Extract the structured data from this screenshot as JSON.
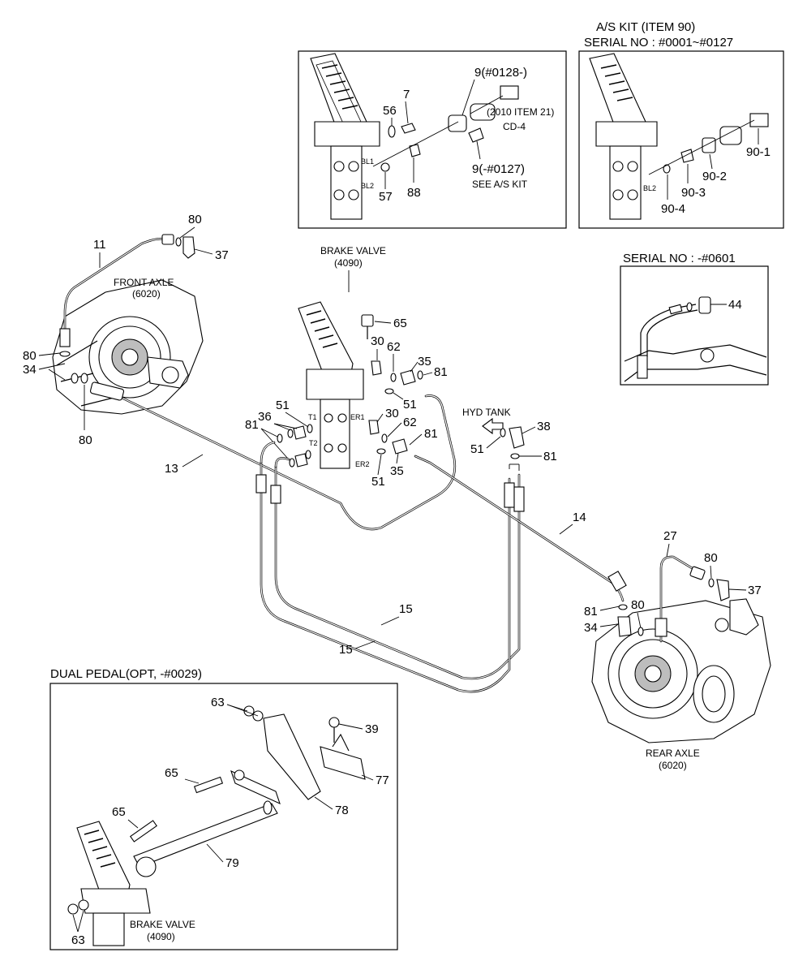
{
  "kit_title_1": "A/S KIT (ITEM 90)",
  "kit_title_2": "SERIAL NO : #0001~#0127",
  "serial_title": "SERIAL NO : -#0601",
  "dual_title": "DUAL PEDAL(OPT, -#0029)",
  "brake_valve": "BRAKE VALVE",
  "brake_valve_code": "(4090)",
  "front_axle": "FRONT AXLE",
  "front_axle_code": "(6020)",
  "rear_axle": "REAR AXLE",
  "rear_axle_code": "(6020)",
  "hyd_tank": "HYD  TANK",
  "port_bl1": "BL1",
  "port_bl2": "BL2",
  "port_er1": "ER1",
  "port_er2": "ER2",
  "port_t1": "T1",
  "port_t2": "T2",
  "note_2010": "(2010 ITEM 21)",
  "note_cd4": "CD-4",
  "note_9_new": "9(#0128-)",
  "note_9_old": "9(-#0127)",
  "note_see_kit": "SEE A/S KIT",
  "callouts": {
    "c7": "7",
    "c56": "56",
    "c57": "57",
    "c88": "88",
    "c90_1": "90-1",
    "c90_2": "90-2",
    "c90_3": "90-3",
    "c90_4": "90-4",
    "c44": "44",
    "c80": "80",
    "c11": "11",
    "c37": "37",
    "c34": "34",
    "c13": "13",
    "c14": "14",
    "c15": "15",
    "c27": "27",
    "c81": "81",
    "c65": "65",
    "c30": "30",
    "c62": "62",
    "c35": "35",
    "c51": "51",
    "c36": "36",
    "c38": "38",
    "c63": "63",
    "c39": "39",
    "c77": "77",
    "c78": "78",
    "c79": "79"
  }
}
